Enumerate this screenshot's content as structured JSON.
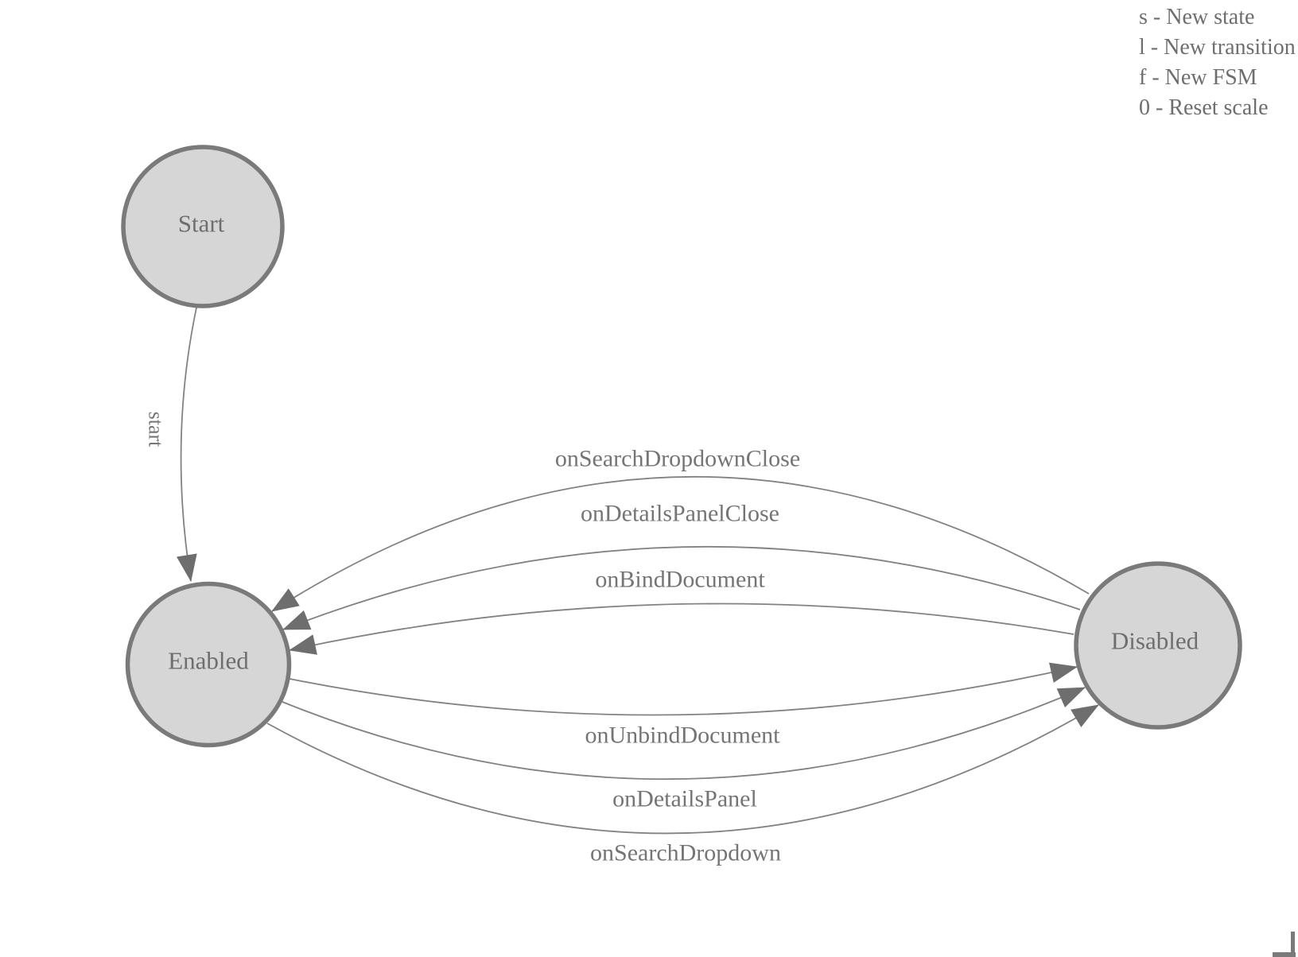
{
  "diagram": {
    "kind": "finite-state-machine",
    "nodes": [
      {
        "id": "start",
        "label": "Start"
      },
      {
        "id": "enabled",
        "label": "Enabled"
      },
      {
        "id": "disabled",
        "label": "Disabled"
      }
    ],
    "transitions": [
      {
        "label": "start",
        "from": "Start",
        "to": "Enabled"
      },
      {
        "label": "onSearchDropdownClose",
        "from": "Disabled",
        "to": "Enabled"
      },
      {
        "label": "onDetailsPanelClose",
        "from": "Disabled",
        "to": "Enabled"
      },
      {
        "label": "onBindDocument",
        "from": "Disabled",
        "to": "Enabled"
      },
      {
        "label": "onUnbindDocument",
        "from": "Enabled",
        "to": "Disabled"
      },
      {
        "label": "onDetailsPanel",
        "from": "Enabled",
        "to": "Disabled"
      },
      {
        "label": "onSearchDropdown",
        "from": "Enabled",
        "to": "Disabled"
      }
    ]
  },
  "help": {
    "lines": [
      "s - New state",
      "l - New transition",
      "f - New FSM",
      "0 - Reset scale"
    ]
  },
  "colors": {
    "background": "#ffffff",
    "node_fill": "#d6d6d6",
    "node_border": "#7a7a7a",
    "edge_line": "#828282",
    "arrowhead": "#6e6e6e",
    "label_text": "#757575",
    "help_text": "#6e6e6e"
  }
}
